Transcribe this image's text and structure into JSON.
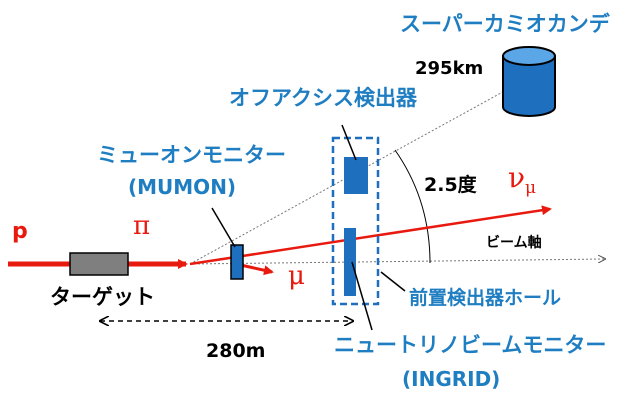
{
  "labels": {
    "super_kamiokande": "スーパーカミオカンデ",
    "distance_295": "295km",
    "off_axis_detector": "オフアクシス検出器",
    "muon_monitor": "ミューオンモニター",
    "mumon": "(MUMON)",
    "angle": "2.5度",
    "nu": "ν",
    "mu_sub": "μ",
    "beam_axis": "ビーム軸",
    "p": "p",
    "pi": "π",
    "mu": "μ",
    "target": "ターゲット",
    "near_hall": "前置検出器ホール",
    "distance_280": "280m",
    "neutrino_beam_monitor": "ニュートリノビームモニター",
    "ingrid": "(INGRID)"
  },
  "colors": {
    "label_blue": "#1f7ec2",
    "beam_red": "#e8190f",
    "detector_blue": "#1f6fbf",
    "target_gray": "#7f7f7f"
  }
}
